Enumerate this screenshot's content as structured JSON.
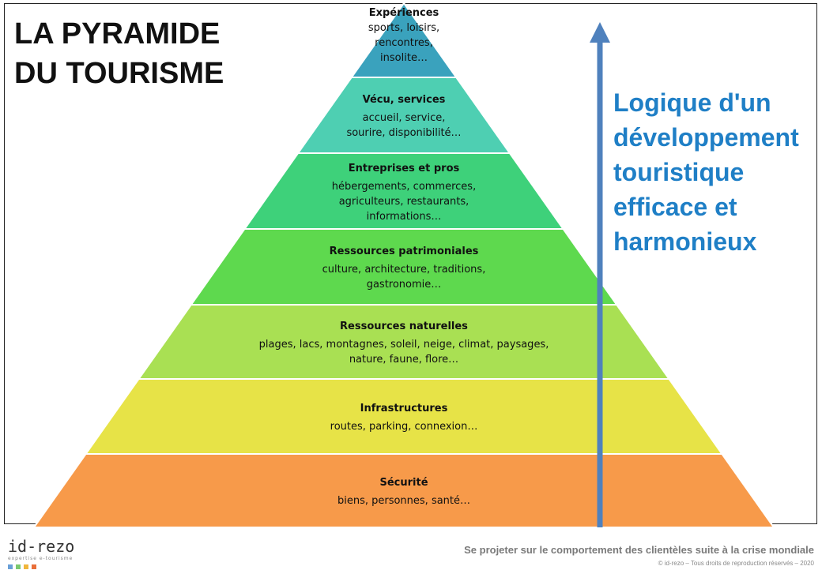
{
  "title_lines": [
    "LA PYRAMIDE",
    "DU TOURISME"
  ],
  "side_text_lines": [
    "Logique d'un",
    "développement",
    "touristique",
    "efficace et",
    "harmonieux"
  ],
  "accent_color": "#1f7fc6",
  "arrow_color": "#4f81bd",
  "levels": [
    {
      "title": "Expériences",
      "lines": [
        "sports, loisirs,",
        "rencontres,",
        "insolite…"
      ],
      "color": "#3aa2bd"
    },
    {
      "title": "Vécu, services",
      "lines": [
        "accueil, service,",
        "sourire, disponibilité…"
      ],
      "color": "#4ecfb2"
    },
    {
      "title": "Entreprises et pros",
      "lines": [
        "hébergements, commerces,",
        "agriculteurs, restaurants,",
        "informations…"
      ],
      "color": "#3ed17a"
    },
    {
      "title": "Ressources patrimoniales",
      "lines": [
        "culture, architecture, traditions,",
        "gastronomie…"
      ],
      "color": "#5ed94e"
    },
    {
      "title": "Ressources naturelles",
      "lines": [
        "plages, lacs, montagnes, soleil, neige, climat, paysages,",
        "nature, faune, flore…"
      ],
      "color": "#a9e053"
    },
    {
      "title": "Infrastructures",
      "lines": [
        "routes, parking, connexion…"
      ],
      "color": "#e7e347"
    },
    {
      "title": "Sécurité",
      "lines": [
        "biens, personnes, santé…"
      ],
      "color": "#f79a4a"
    }
  ],
  "logo": {
    "name": "id-rezo",
    "tagline": "expertise e-tourisme",
    "dot_colors": [
      "#6aa0d8",
      "#7bc96f",
      "#f0b63c",
      "#e96f3a"
    ]
  },
  "footer": {
    "subtitle": "Se projeter sur le comportement des clientèles suite à la crise mondiale",
    "copyright": "© id-rezo – Tous droits de reproduction réservés  – 2020"
  }
}
